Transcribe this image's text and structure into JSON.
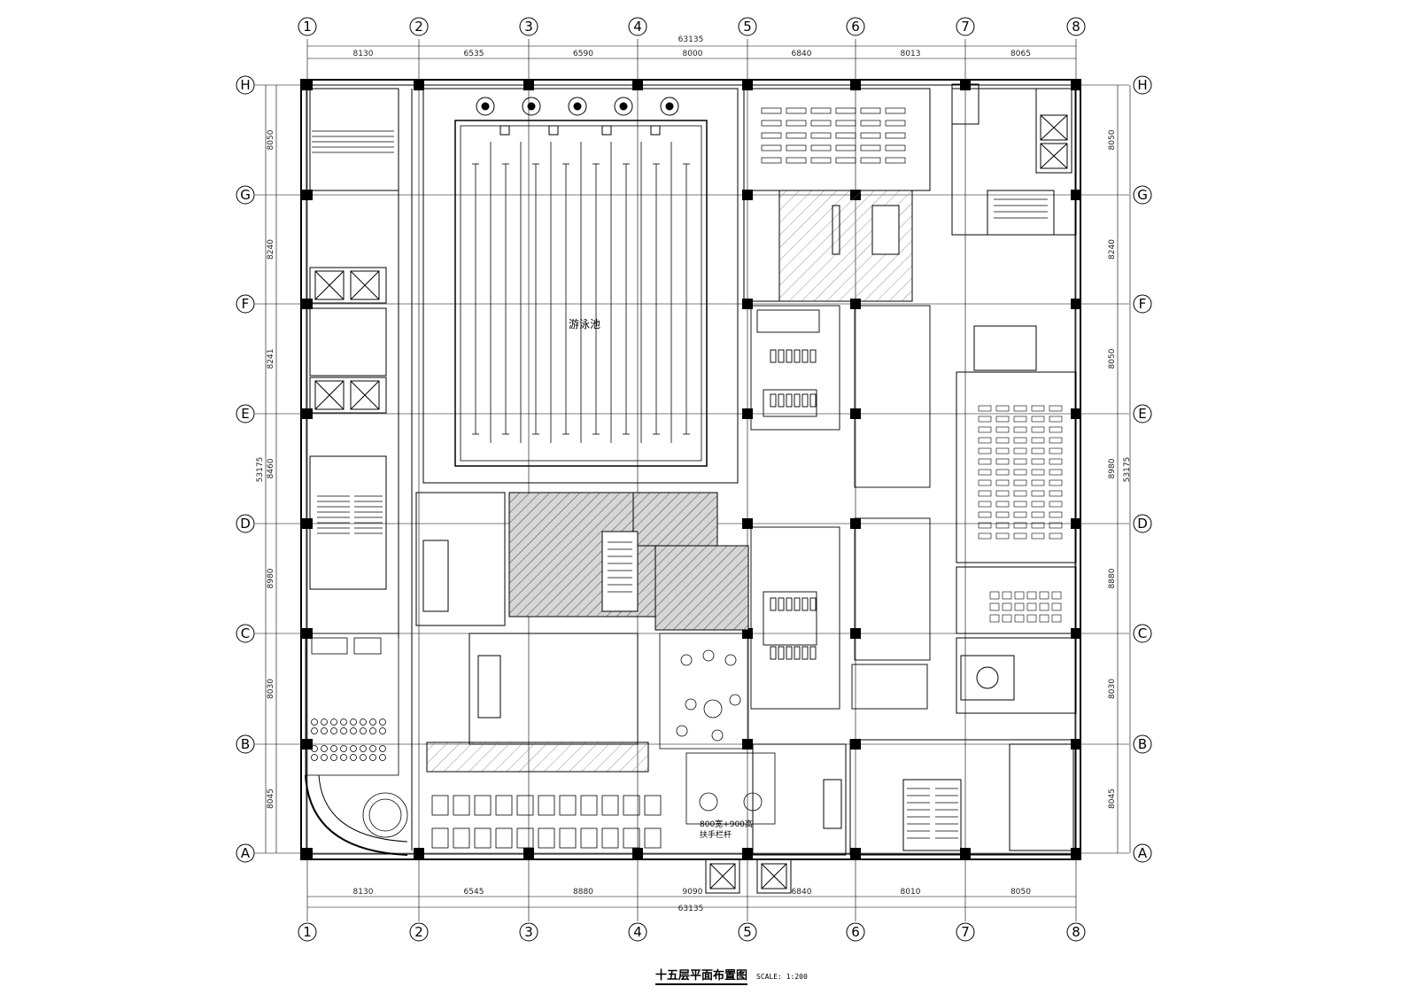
{
  "drawing": {
    "title": "十五层平面布置图",
    "scale": "SCALE: 1:200",
    "total_width_dim": "63135",
    "total_height_dim": "53175"
  },
  "axes": {
    "columns": [
      "1",
      "2",
      "3",
      "4",
      "5",
      "6",
      "7",
      "8"
    ],
    "rows": [
      "H",
      "G",
      "F",
      "E",
      "D",
      "C",
      "B",
      "A"
    ]
  },
  "dims": {
    "top": [
      "8130",
      "6535",
      "6590",
      "8000",
      "6840",
      "8013",
      "8065"
    ],
    "bottom": [
      "8130",
      "6545",
      "8880",
      "9090",
      "6840",
      "8010",
      "8050"
    ],
    "left": [
      "8050",
      "8240",
      "8241",
      "8460",
      "8980",
      "8030",
      "8045"
    ],
    "right": [
      "8050",
      "8240",
      "8050",
      "8980",
      "8880",
      "8030",
      "8045"
    ]
  },
  "rooms": {
    "pool": "游泳池",
    "pool_edge": "800宽+900高",
    "pool_edge2": "扶手栏杆"
  },
  "colors": {
    "line": "#000000",
    "hatch": "#555555",
    "fill_dark": "#b5b5b5"
  }
}
